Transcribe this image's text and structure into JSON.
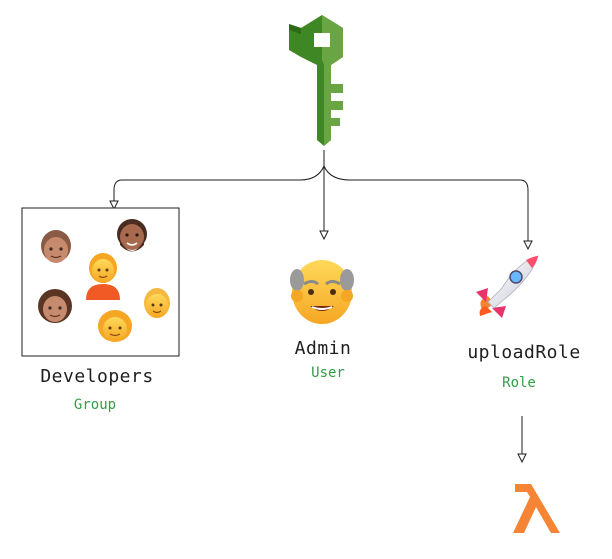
{
  "colors": {
    "iam_key_dark": "#3f8624",
    "iam_key_light": "#6aa544",
    "type_label": "#2f9e44",
    "lambda_orange": "#f58534",
    "connector": "#1e1e1e"
  },
  "icons": {
    "root": "iam-key-icon",
    "developers": "people-group-icon",
    "admin": "old-man-face-icon",
    "role": "rocket-icon",
    "function": "lambda-icon"
  },
  "nodes": {
    "developers": {
      "name": "Developers",
      "type": "Group"
    },
    "admin": {
      "name": "Admin",
      "type": "User"
    },
    "role": {
      "name": "uploadRole",
      "type": "Role"
    }
  }
}
